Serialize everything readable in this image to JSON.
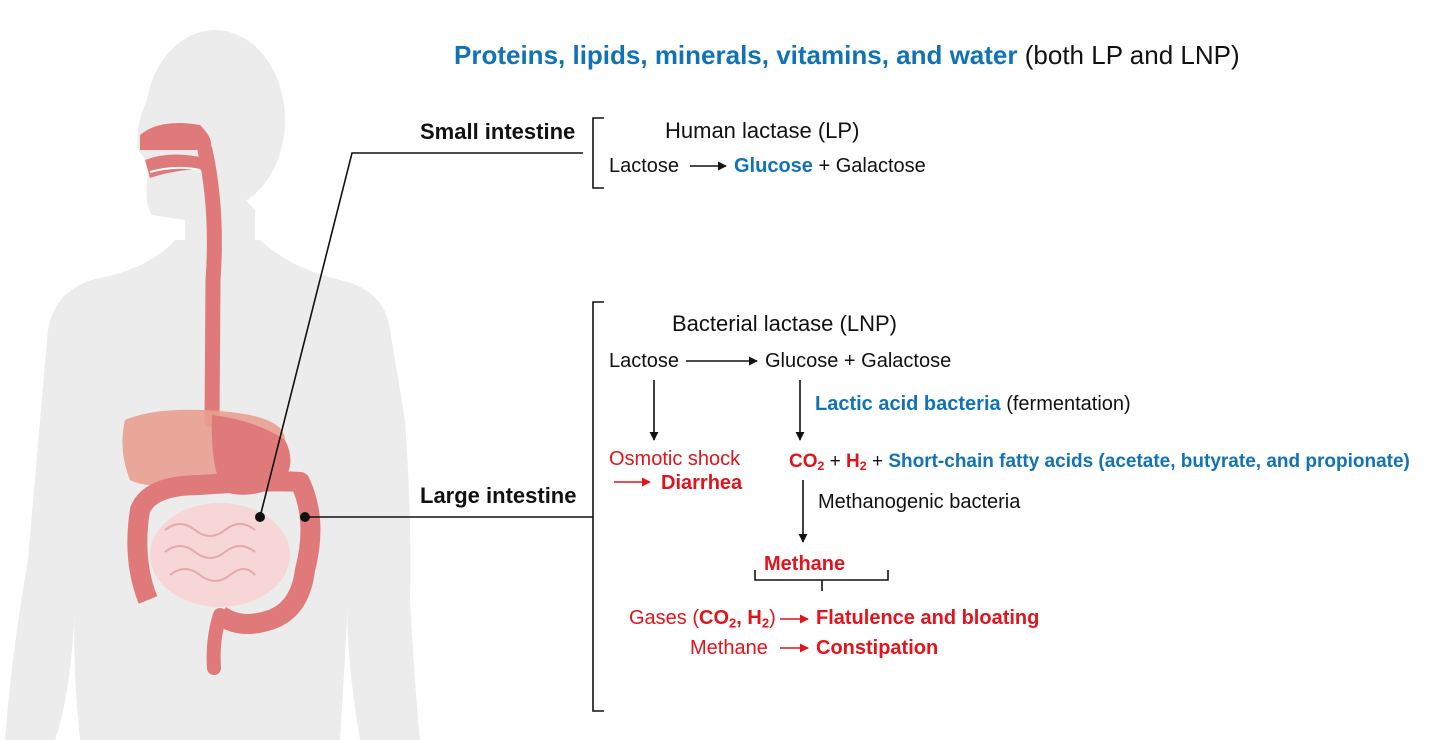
{
  "colors": {
    "blue": "#1173b6",
    "red": "#e3131b",
    "body": "#ececec",
    "tract": "#e07a7a"
  },
  "header": {
    "nutrients": "Proteins, lipids, minerals, vitamins, and water",
    "note": "(both LP and LNP)"
  },
  "small_intestine": {
    "label": "Small intestine",
    "enzyme": "Human lactase (LP)",
    "substrate": "Lactose",
    "product1": "Glucose",
    "plus": "+",
    "product2": "Galactose"
  },
  "large_intestine": {
    "label": "Large intestine",
    "enzyme": "Bacterial lactase (LNP)",
    "substrate": "Lactose",
    "products": "Glucose + Galactose",
    "bacteria": "Lactic acid bacteria",
    "process": "(fermentation)",
    "osmotic": "Osmotic shock",
    "diarrhea": "Diarrhea",
    "co2_base": "CO",
    "co2_sub": "2",
    "plus": "+",
    "h2_base": "H",
    "h2_sub": "2",
    "scfa": "Short-chain fatty acids (acetate, butyrate, and propionate)",
    "methanogenic": "Methanogenic bacteria",
    "methane": "Methane",
    "gases_prefix": "Gases (",
    "gases_co2": "CO",
    "gases_co2_sub": "2",
    "gases_comma": ", ",
    "gases_h2": "H",
    "gases_h2_sub": "2",
    "gases_suffix": ")",
    "flatulence": "Flatulence and bloating",
    "methane2": "Methane",
    "constipation": "Constipation"
  }
}
